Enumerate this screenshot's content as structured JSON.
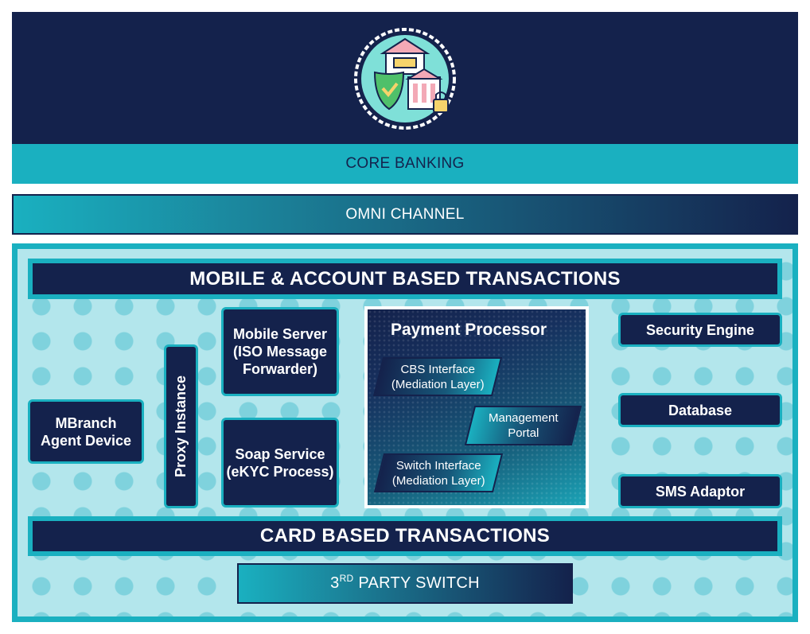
{
  "header": {
    "core_banking": "CORE BANKING",
    "omni_channel": "OMNI CHANNEL",
    "logo_icon": "banking-security-icon"
  },
  "bands": {
    "mobile": "MOBILE & ACCOUNT BASED TRANSACTIONS",
    "card": "CARD BASED TRANSACTIONS"
  },
  "left": {
    "mbranch": "MBranch\nAgent Device",
    "proxy": "Proxy Instance",
    "mobile_server": "Mobile Server\n(ISO Message\nForwarder)",
    "soap": "Soap Service\n(eKYC Process)"
  },
  "payment_processor": {
    "title": "Payment Processor",
    "cbs": "CBS Interface\n(Mediation Layer)",
    "management": "Management\nPortal",
    "switch": "Switch Interface\n(Mediation Layer)"
  },
  "right": {
    "security": "Security Engine",
    "database": "Database",
    "sms": "SMS Adaptor"
  },
  "third_party": {
    "prefix": "3",
    "sup": "RD",
    "suffix": " PARTY SWITCH"
  },
  "colors": {
    "navy": "#14224c",
    "teal": "#1ab0c0",
    "light_teal": "#b3e6ec"
  }
}
